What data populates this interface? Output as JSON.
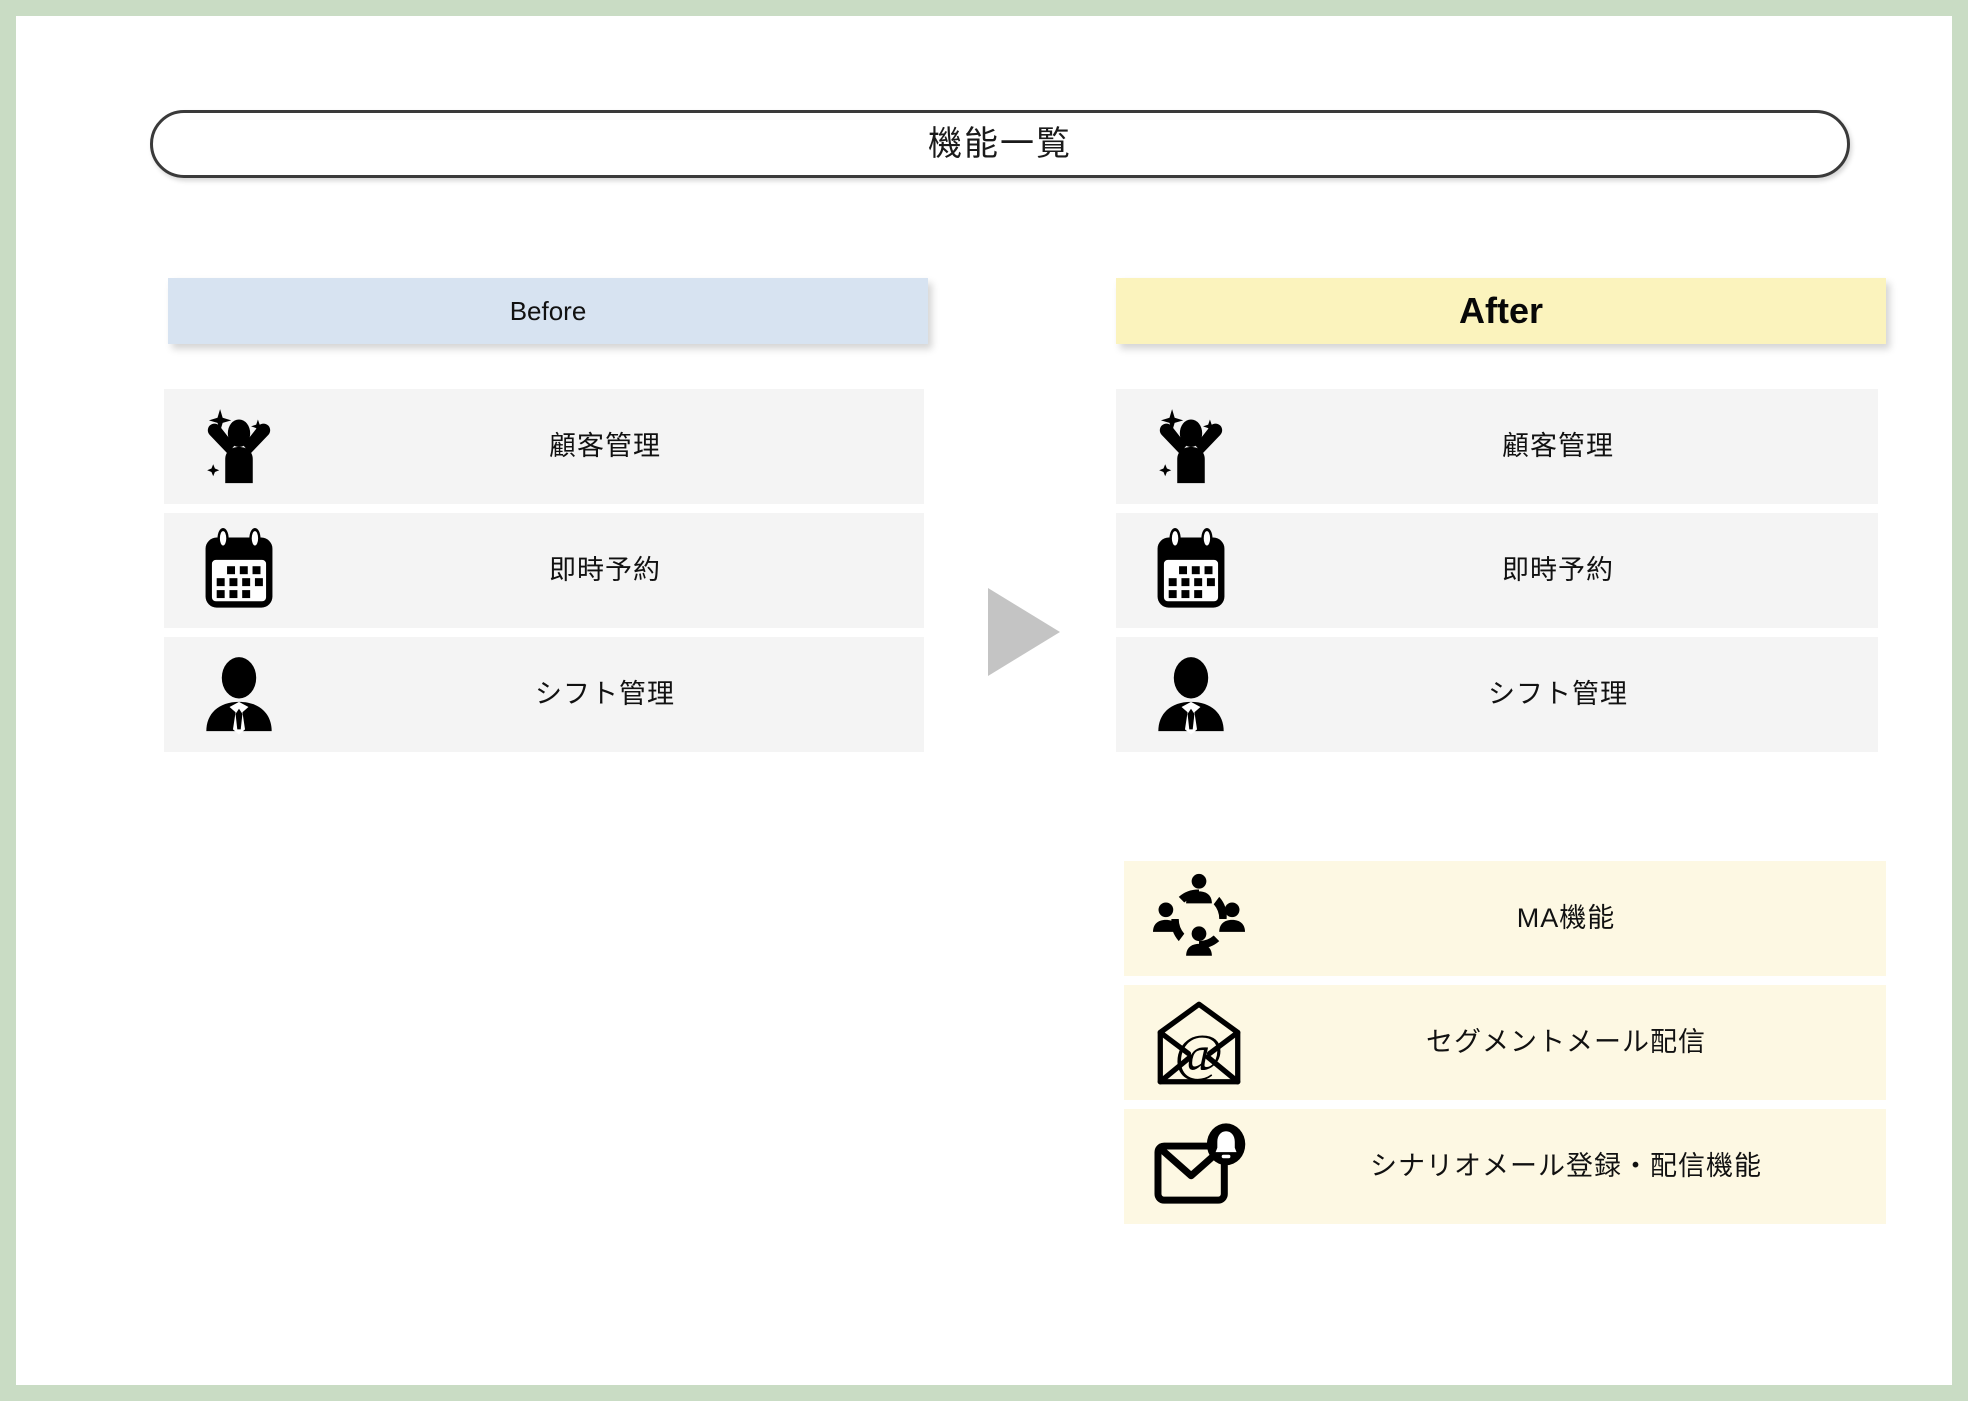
{
  "slide": {
    "border_color": "#c9dcc4",
    "background": "#ffffff",
    "title": "機能一覧"
  },
  "columns": {
    "before": {
      "header_label": "Before",
      "header_color": "#d7e3f1",
      "row_color": "#f4f4f4",
      "items": [
        {
          "label": "顧客管理",
          "icon": "celebrating-person-icon",
          "highlight": false
        },
        {
          "label": "即時予約",
          "icon": "calendar-icon",
          "highlight": false
        },
        {
          "label": "シフト管理",
          "icon": "businessman-icon",
          "highlight": false
        }
      ]
    },
    "after": {
      "header_label": "After",
      "header_color": "#fbf3bd",
      "row_color": "#f4f4f4",
      "highlight_color": "#fdf8e3",
      "items": [
        {
          "label": "顧客管理",
          "icon": "celebrating-person-icon",
          "highlight": false
        },
        {
          "label": "即時予約",
          "icon": "calendar-icon",
          "highlight": false
        },
        {
          "label": "シフト管理",
          "icon": "businessman-icon",
          "highlight": false
        },
        {
          "label": "MA機能",
          "icon": "people-network-icon",
          "highlight": true
        },
        {
          "label": "セグメントメール配信",
          "icon": "at-envelope-icon",
          "highlight": true
        },
        {
          "label": "シナリオメール登録・配信機能",
          "icon": "envelope-bell-icon",
          "highlight": true
        }
      ]
    }
  },
  "arrow": {
    "name": "transition-arrow",
    "color": "#c4c4c4",
    "direction": "right"
  }
}
